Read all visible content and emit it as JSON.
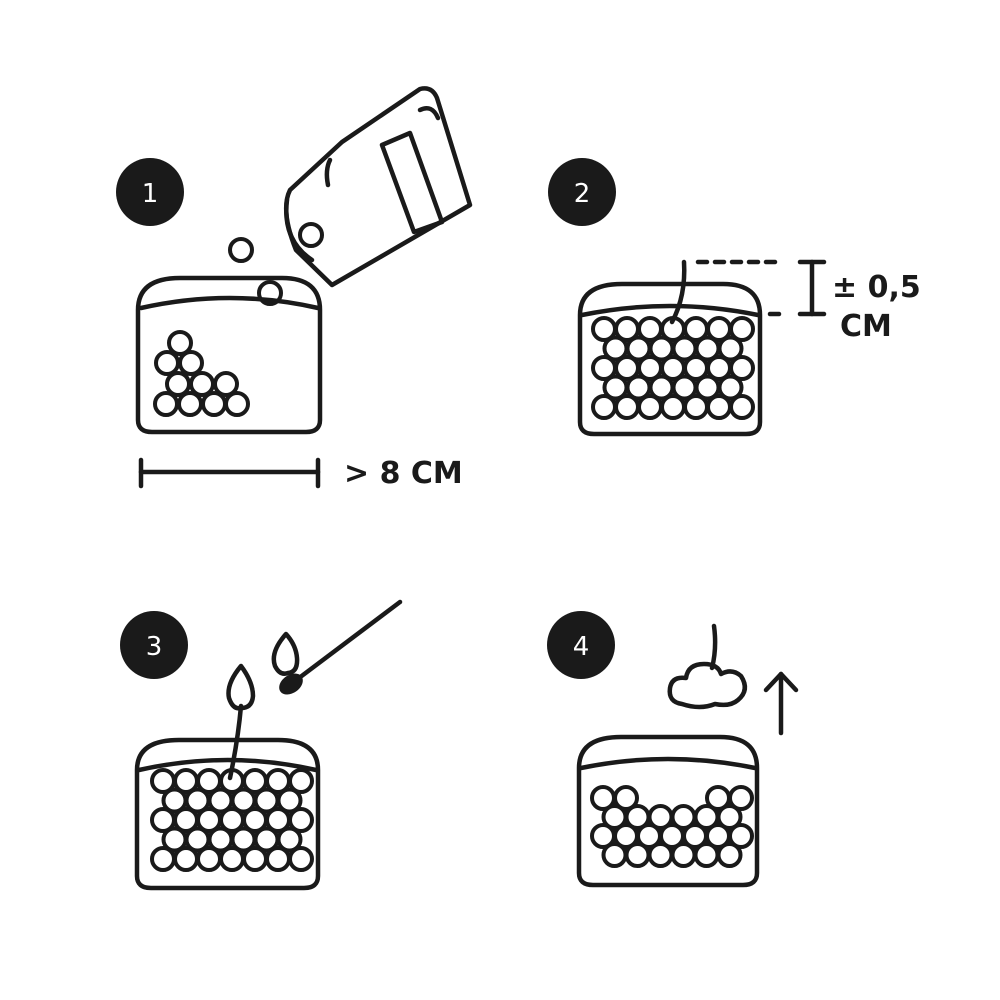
{
  "steps": [
    {
      "number": "1",
      "label": "> 8 CM"
    },
    {
      "number": "2",
      "label_line1": "± 0,5",
      "label_line2": "CM"
    },
    {
      "number": "3"
    },
    {
      "number": "4"
    }
  ],
  "colors": {
    "ink": "#1a1a1a",
    "background": "#ffffff"
  },
  "icons": [
    "wax-bag-icon",
    "container-icon",
    "wax-beads-icon",
    "wick-icon",
    "ruler-icon",
    "match-icon",
    "flame-icon",
    "smoke-cloud-icon",
    "arrow-up-icon"
  ]
}
